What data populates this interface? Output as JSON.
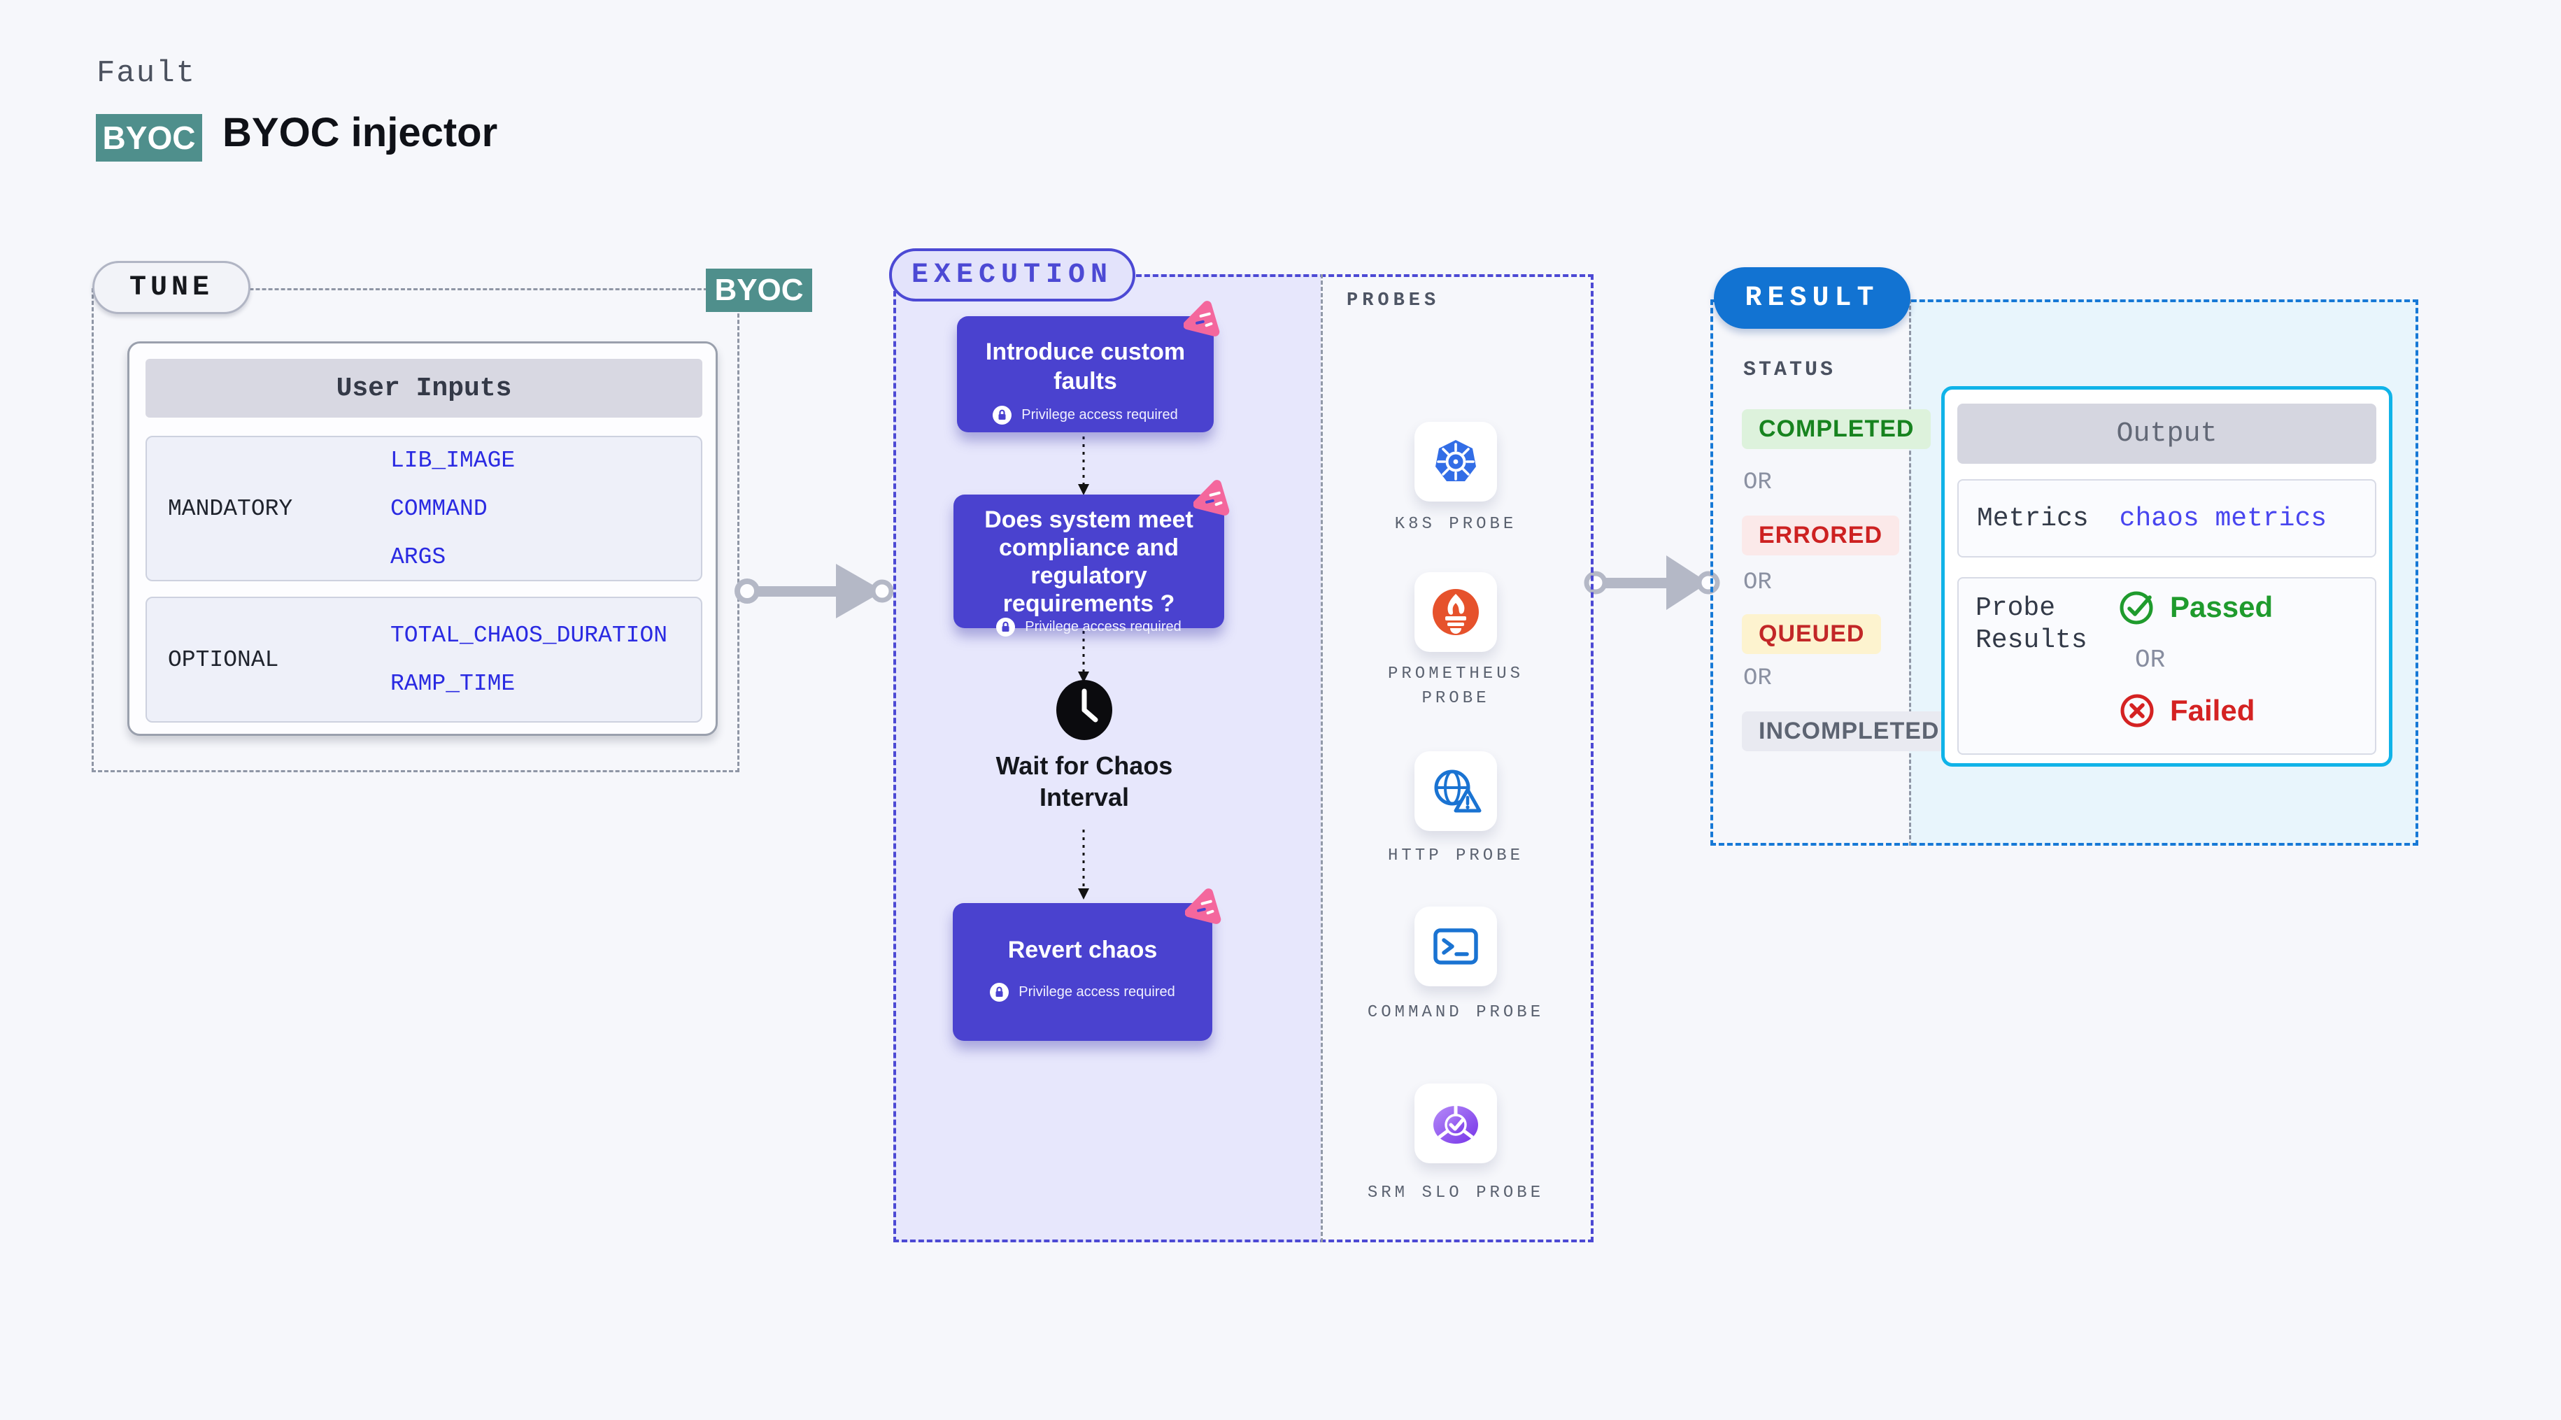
{
  "header": {
    "fault_label": "Fault",
    "byoc_badge": "BYOC",
    "title": "BYOC injector"
  },
  "tune": {
    "pill": "TUNE",
    "corner_badge": "BYOC",
    "user_inputs": {
      "header": "User Inputs",
      "mandatory_label": "MANDATORY",
      "mandatory_values": [
        "LIB_IMAGE",
        "COMMAND",
        "ARGS"
      ],
      "optional_label": "OPTIONAL",
      "optional_values": [
        "TOTAL_CHAOS_DURATION",
        "RAMP_TIME"
      ]
    }
  },
  "execution": {
    "pill": "EXECUTION",
    "step1": {
      "title": "Introduce custom faults",
      "note": "Privilege access required"
    },
    "step2": {
      "title": "Does system meet compliance and regulatory requirements ?",
      "note": "Privilege access required"
    },
    "wait_step": {
      "title": "Wait for Chaos Interval"
    },
    "step3": {
      "title": "Revert chaos",
      "note": "Privilege access required"
    }
  },
  "probes": {
    "label": "PROBES",
    "items": [
      {
        "name": "K8S PROBE",
        "icon": "kubernetes-icon"
      },
      {
        "name": "PROMETHEUS PROBE",
        "icon": "prometheus-icon"
      },
      {
        "name": "HTTP PROBE",
        "icon": "http-globe-icon"
      },
      {
        "name": "COMMAND PROBE",
        "icon": "terminal-icon"
      },
      {
        "name": "SRM SLO PROBE",
        "icon": "srm-slo-icon"
      }
    ]
  },
  "result": {
    "pill": "RESULT",
    "status_label": "STATUS",
    "or": "OR",
    "statuses": [
      {
        "label": "COMPLETED"
      },
      {
        "label": "ERRORED"
      },
      {
        "label": "QUEUED"
      },
      {
        "label": "INCOMPLETED"
      }
    ],
    "output": {
      "header": "Output",
      "metrics_label": "Metrics",
      "metrics_value": "chaos metrics",
      "probe_results_label": "Probe Results",
      "passed": "Passed",
      "failed": "Failed"
    }
  },
  "colors": {
    "page_bg": "#f6f7fb",
    "teal": "#4f8f8c",
    "indigo_card": "#4a42cf",
    "indigo_border": "#4c49d4",
    "lavender_fill": "#e7e7fc",
    "pink_chaos": "#f4679d",
    "result_blue": "#1273d2",
    "cyan_border": "#10b3e8",
    "light_cyan": "#e8f5fc",
    "green": "#1f9b2d",
    "red": "#d42222",
    "queued_bg": "#fdf3cf",
    "value_blue": "#2a2ae2",
    "link_blue": "#4845ef"
  }
}
